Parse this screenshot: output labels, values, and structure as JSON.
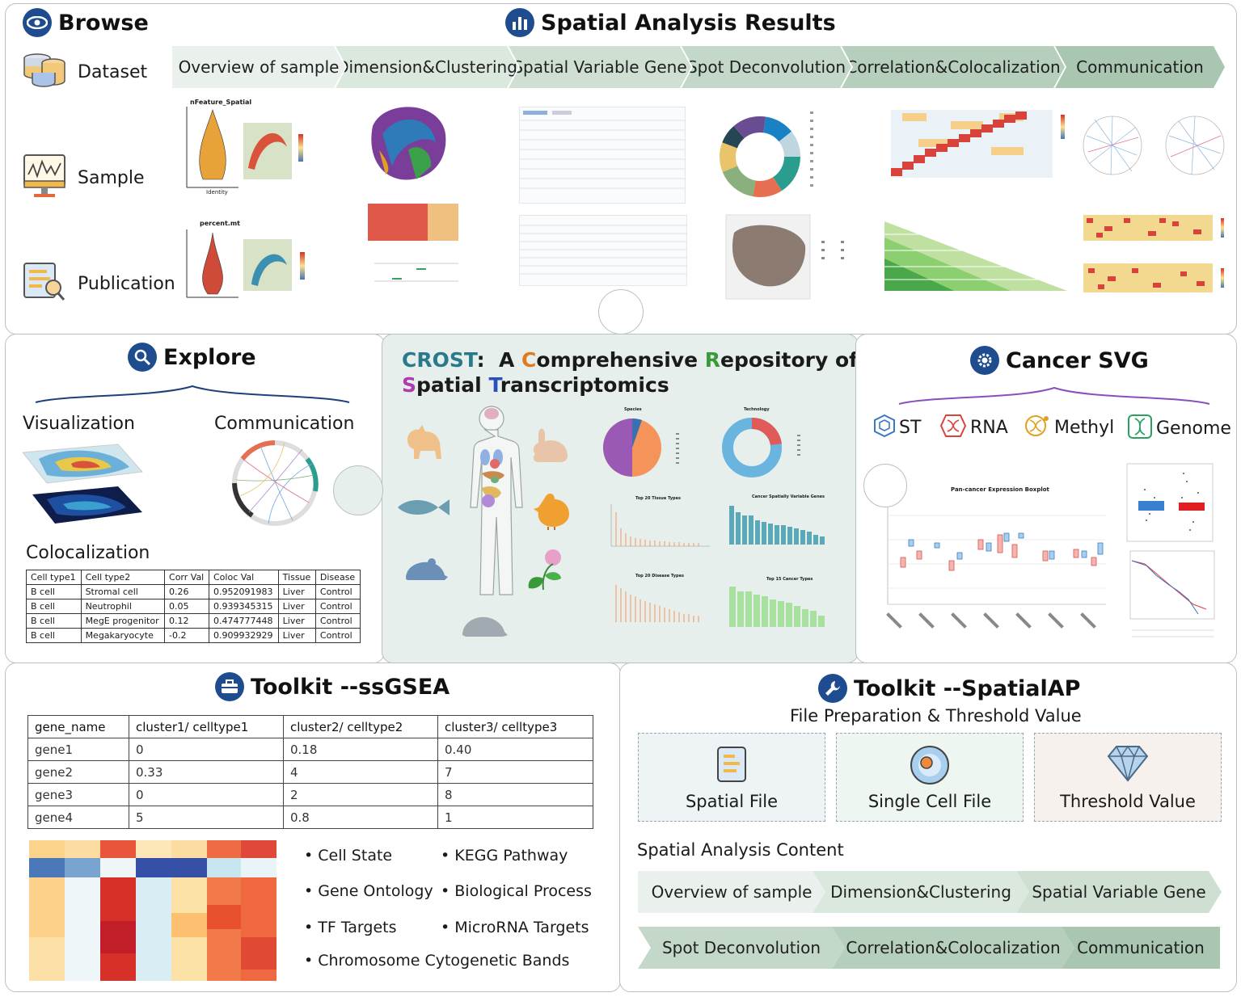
{
  "browse": {
    "title": "Browse",
    "items": [
      {
        "label": "Dataset",
        "icon": "database-icon"
      },
      {
        "label": "Sample",
        "icon": "monitor-chart-icon"
      },
      {
        "label": "Publication",
        "icon": "document-search-icon"
      }
    ]
  },
  "results": {
    "title": "Spatial Analysis Results",
    "tabs": [
      "Overview of sample",
      "Dimension&Clustering",
      "Spatial Variable Gene",
      "Spot Deconvolution",
      "Correlation&Colocalization",
      "Communication"
    ],
    "thumb_labels": {
      "violin1": "nFeature_Spatial",
      "violin2": "percent.mt",
      "identity": "Identity"
    }
  },
  "explore": {
    "title": "Explore",
    "visualization": "Visualization",
    "communication": "Communication",
    "colocalization": "Colocalization",
    "table": {
      "headers": [
        "Cell type1",
        "Cell type2",
        "Corr Val",
        "Coloc Val",
        "Tissue",
        "Disease"
      ],
      "rows": [
        [
          "B cell",
          "Stromal cell",
          "0.26",
          "0.952091983",
          "Liver",
          "Control"
        ],
        [
          "B cell",
          "Neutrophil",
          "0.05",
          "0.939345315",
          "Liver",
          "Control"
        ],
        [
          "B cell",
          "MegE progenitor",
          "0.12",
          "0.474777448",
          "Liver",
          "Control"
        ],
        [
          "B cell",
          "Megakaryocyte",
          "-0.2",
          "0.909932929",
          "Liver",
          "Control"
        ]
      ]
    }
  },
  "crost": {
    "line1": [
      {
        "t": "C",
        "c": "#2a7a8c"
      },
      {
        "t": "ROST",
        "c": "#2a7a8c"
      },
      {
        "t": ":  A ",
        "c": "#1a1a1a"
      },
      {
        "t": "C",
        "c": "#e07a1e"
      },
      {
        "t": "omprehensive ",
        "c": "#1a1a1a"
      },
      {
        "t": "R",
        "c": "#3a9a3a"
      },
      {
        "t": "epository of",
        "c": "#1a1a1a"
      }
    ],
    "line2": [
      {
        "t": "S",
        "c": "#b03ab0"
      },
      {
        "t": "patial ",
        "c": "#1a1a1a"
      },
      {
        "t": "T",
        "c": "#2a4fc0"
      },
      {
        "t": "ranscriptomics",
        "c": "#1a1a1a"
      }
    ],
    "mini_titles": {
      "species": "Species",
      "technology": "Technology",
      "tissue": "Top 20 Tissue Types",
      "svg": "Cancer Spatially Variable Genes",
      "disease": "Top 20 Disease Types",
      "cancer": "Top 15 Cancer Types"
    },
    "colors": {
      "bg": "#e6efeb"
    }
  },
  "cancer": {
    "title": "Cancer SVG",
    "types": [
      {
        "label": "ST",
        "icon": "cube-icon"
      },
      {
        "label": "RNA",
        "icon": "rna-icon"
      },
      {
        "label": "Methyl",
        "icon": "methyl-icon"
      },
      {
        "label": "Genome",
        "icon": "dna-icon"
      }
    ],
    "boxplot_title": "Pan-cancer Expression Boxplot"
  },
  "ssgsea": {
    "title": "Toolkit --ssGSEA",
    "headers": [
      "gene_name",
      "cluster1/ celltype1",
      "cluster2/ celltype2",
      "cluster3/ celltype3"
    ],
    "rows": [
      [
        "gene1",
        "0",
        "0.18",
        "0.40"
      ],
      [
        "gene2",
        "0.33",
        "4",
        "7"
      ],
      [
        "gene3",
        "0",
        "2",
        "8"
      ],
      [
        "gene4",
        "5",
        "0.8",
        "1"
      ]
    ],
    "bullets_left": [
      "Cell State",
      "Gene Ontology",
      "TF Targets",
      "Chromosome Cytogenetic Bands"
    ],
    "bullets_right": [
      "KEGG Pathway",
      "Biological Process",
      "MicroRNA Targets"
    ]
  },
  "spatialap": {
    "title": "Toolkit --SpatialAP",
    "subtitle": "File Preparation & Threshold Value",
    "cards": [
      {
        "label": "Spatial File",
        "icon": "file-icon",
        "bg": "#eef4f6"
      },
      {
        "label": "Single Cell File",
        "icon": "single-cell-icon",
        "bg": "#eef6f1"
      },
      {
        "label": "Threshold Value",
        "icon": "diamond-icon",
        "bg": "#f7f1ee"
      }
    ],
    "content_title": "Spatial Analysis Content",
    "row1": [
      "Overview of sample",
      "Dimension&Clustering",
      "Spatial Variable Gene"
    ],
    "row2": [
      "Spot Deconvolution",
      "Correlation&Colocalization",
      "Communication"
    ]
  }
}
